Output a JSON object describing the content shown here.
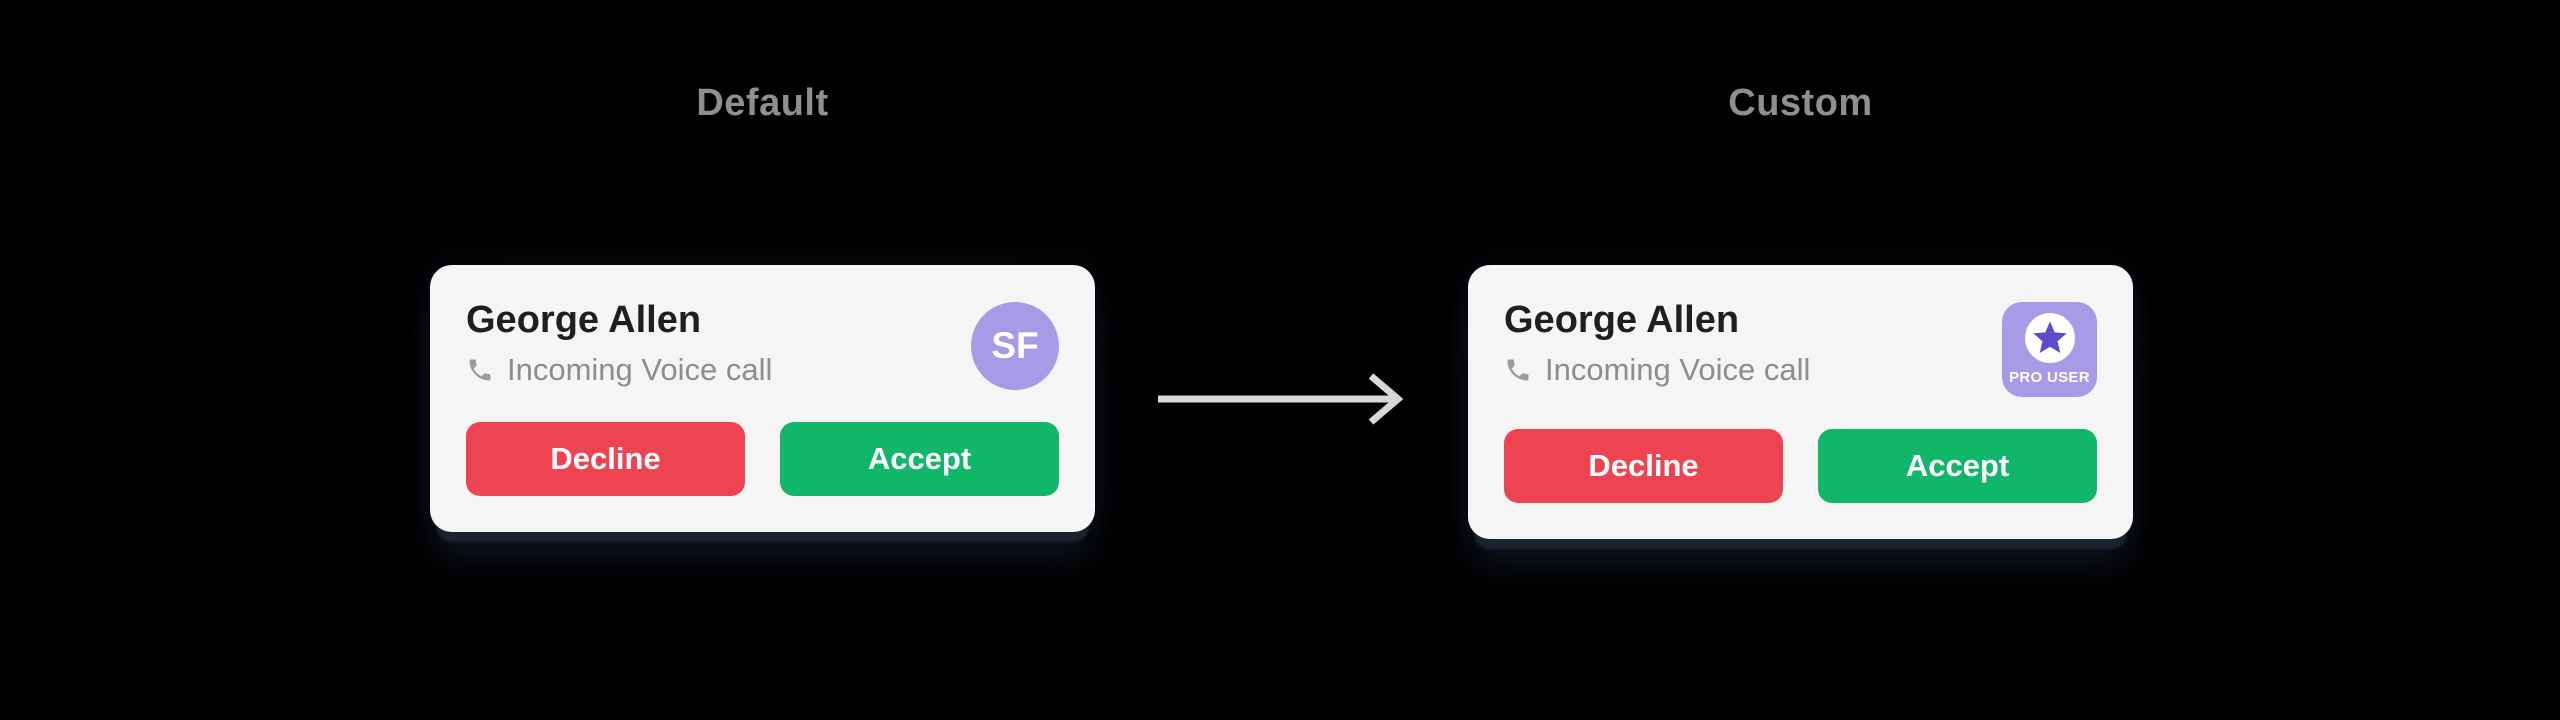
{
  "canvas": {
    "background": "#000000"
  },
  "colors": {
    "card_background": "#f5f5f6",
    "title_text": "#1f1f1f",
    "subtitle_text": "#8d8d8d",
    "decline_red": "#ee4452",
    "accept_green": "#10b768",
    "avatar_purple": "#a89ae6",
    "star_purple": "#5b4ccf",
    "section_label_gray": "#8f8f8f",
    "arrow_gray": "#d8d8d8",
    "shadow_navy": "#1a2230"
  },
  "icons": {
    "phone": "phone-receiver-icon",
    "star": "star-icon",
    "arrow": "arrow-right-icon"
  },
  "default_section": {
    "label": "Default",
    "card": {
      "caller_name": "George Allen",
      "call_status": "Incoming Voice call",
      "avatar_initials": "SF",
      "decline_label": "Decline",
      "accept_label": "Accept"
    }
  },
  "custom_section": {
    "label": "Custom",
    "card": {
      "caller_name": "George Allen",
      "call_status": "Incoming Voice call",
      "badge_label": "PRO USER",
      "decline_label": "Decline",
      "accept_label": "Accept"
    }
  }
}
